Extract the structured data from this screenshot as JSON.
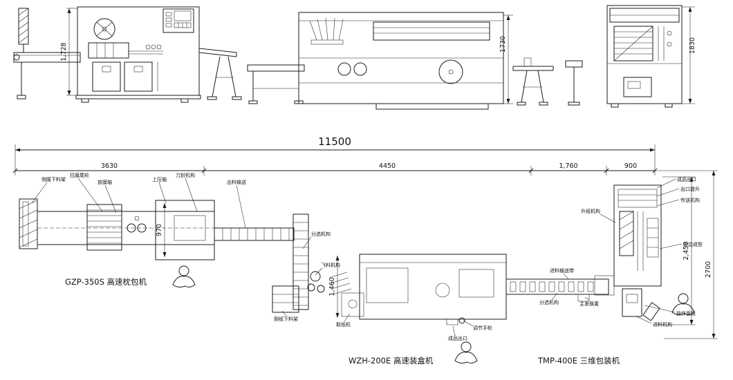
{
  "drawing": {
    "dims": {
      "elev_left": "1,728",
      "elev_mid": "1730",
      "elev_right": "1830",
      "total_length": "11500",
      "seg_gzp": "3630",
      "seg_wzh": "4450",
      "seg_conveyor": "1,760",
      "seg_tmp": "900",
      "gzp_width": "970",
      "wzh_width": "1,460",
      "tmp_width": "2,450",
      "total_width": "2700"
    },
    "machines": {
      "gzp": {
        "label": "GZP-350S 高速枕包机"
      },
      "wzh": {
        "label": "WZH-200E 高速装盒机"
      },
      "tmp": {
        "label": "TMP-400E 三维包装机"
      }
    },
    "annotations": [
      {
        "text": "侧膜下料架"
      },
      {
        "text": "拉膜尾轮"
      },
      {
        "text": "放膜轴"
      },
      {
        "text": "上压轴"
      },
      {
        "text": "刀封机构"
      },
      {
        "text": "出料输送"
      },
      {
        "text": "分选机构"
      },
      {
        "text": "飞料机构"
      },
      {
        "text": "倒纸下料架"
      },
      {
        "text": "取纸机"
      },
      {
        "text": "调节手轮"
      },
      {
        "text": "成品出口"
      },
      {
        "text": "进料输送带"
      },
      {
        "text": "分选机构"
      },
      {
        "text": "主发换置"
      },
      {
        "text": "升纸机构"
      },
      {
        "text": "成品出口"
      },
      {
        "text": "出口提升"
      },
      {
        "text": "传送机构"
      },
      {
        "text": "折边成型"
      },
      {
        "text": "操作面板"
      },
      {
        "text": "进料机构"
      }
    ],
    "colors": {
      "line": "#1a1a1a",
      "background": "#ffffff"
    }
  }
}
